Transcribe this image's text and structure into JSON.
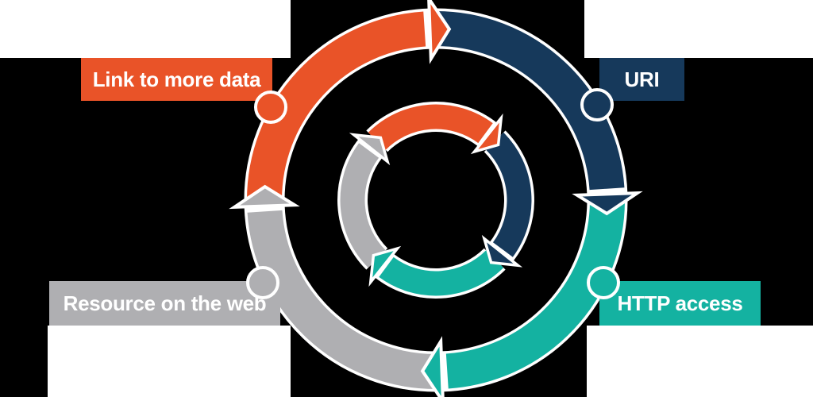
{
  "diagram": {
    "type": "cycle",
    "direction": "clockwise",
    "steps": [
      "Link to more data",
      "URI",
      "HTTP access",
      "Resource on the web"
    ]
  },
  "colors": {
    "orange": "#e95328",
    "navy": "#16395b",
    "teal": "#14b2a1",
    "gray": "#afafb2",
    "outline": "#ffffff",
    "panel": "#ffffff",
    "background": "#000000",
    "label_text": "#ffffff"
  },
  "labels": {
    "link": {
      "text": "Link to more data",
      "color_key": "orange"
    },
    "uri": {
      "text": "URI",
      "color_key": "navy"
    },
    "http": {
      "text": "HTTP access",
      "color_key": "teal"
    },
    "resource": {
      "text": "Resource on the web",
      "color_key": "gray"
    }
  },
  "rings": {
    "outer_order": [
      "orange",
      "navy",
      "teal",
      "gray"
    ],
    "inner_order": [
      "orange",
      "navy",
      "teal",
      "gray"
    ]
  }
}
